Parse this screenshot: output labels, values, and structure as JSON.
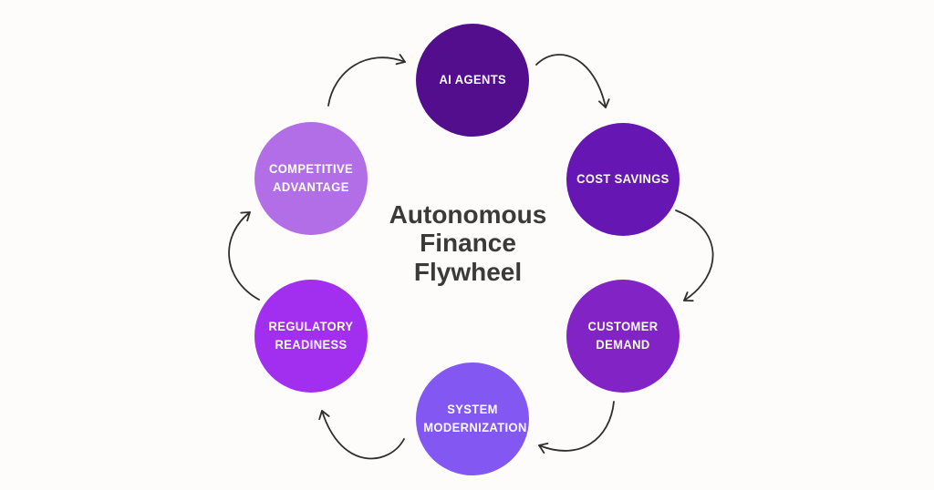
{
  "center_title": {
    "lines": [
      "Autonomous",
      "Finance",
      "Flywheel"
    ],
    "color": "#3a3a3a"
  },
  "nodes": [
    {
      "id": "ai-agents",
      "label": "AI AGENTS",
      "color": "#530e8e"
    },
    {
      "id": "cost-savings",
      "label": "COST SAVINGS",
      "color": "#6616b2"
    },
    {
      "id": "customer-demand",
      "label": "CUSTOMER DEMAND",
      "color": "#8223c6"
    },
    {
      "id": "system-modernization",
      "label": "SYSTEM MODERNIZATION",
      "color": "#8257f2"
    },
    {
      "id": "regulatory-readiness",
      "label": "REGULATORY READINESS",
      "color": "#a22ef0"
    },
    {
      "id": "competitive-advantage",
      "label": "COMPETITIVE ADVANTAGE",
      "color": "#b26ee6"
    }
  ],
  "arrows": {
    "color": "#2e2e2e",
    "sequence": [
      "competitive-advantage -> ai-agents",
      "ai-agents -> cost-savings",
      "cost-savings -> customer-demand",
      "customer-demand -> system-modernization",
      "system-modernization -> regulatory-readiness",
      "regulatory-readiness -> competitive-advantage"
    ]
  }
}
